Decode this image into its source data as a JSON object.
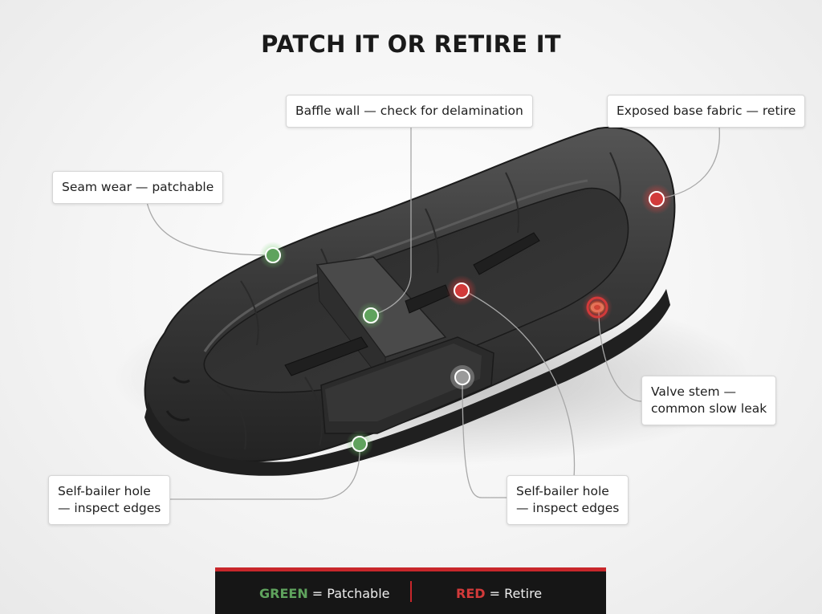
{
  "title": "PATCH IT OR RETIRE IT",
  "callouts": {
    "baffle_wall": "Baffle wall — check for delamination",
    "exposed_base": "Exposed base fabric — retire",
    "seam_wear": "Seam wear — patchable",
    "valve_stem": [
      "Valve stem —",
      "common slow leak"
    ],
    "self_bailer_left": [
      "Self-bailer hole",
      "— inspect edges"
    ],
    "self_bailer_right": [
      "Self-bailer hole",
      "— inspect edges"
    ]
  },
  "legend": {
    "green_word": "GREEN",
    "green_rest": " = Patchable",
    "red_word": "RED",
    "red_rest": " = Retire"
  },
  "colors": {
    "patchable": "#5fa35d",
    "retire": "#d23a3a",
    "inspect": "#9a9a9a",
    "raft": "#3b3b3b"
  }
}
